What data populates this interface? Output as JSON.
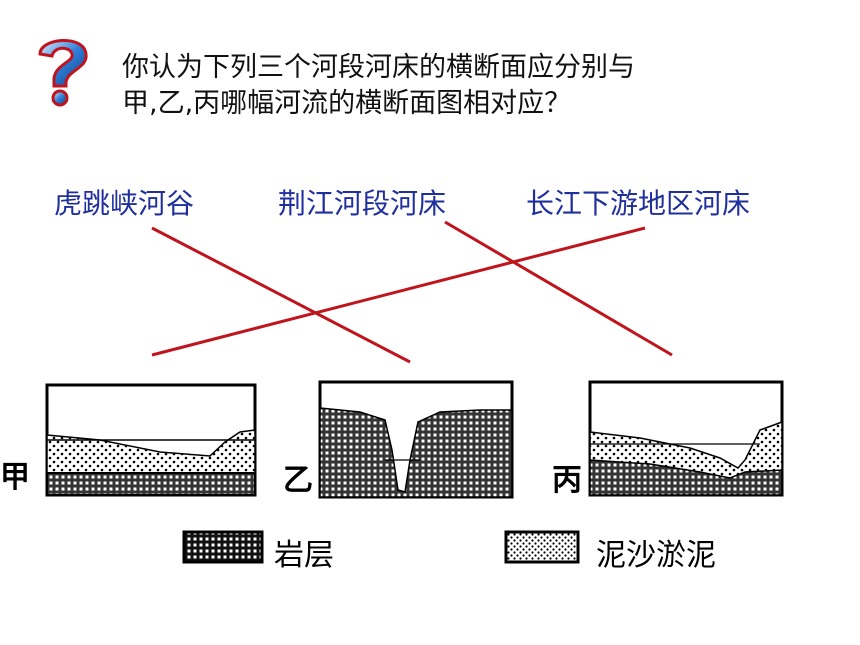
{
  "question": {
    "icon": "question-mark-icon",
    "line1": "你认为下列三个河段河床的横断面应分别与",
    "line2": "甲,乙,丙哪幅河流的横断面图相对应？"
  },
  "river_segments": [
    "虎跳峡河谷",
    "荆江河段河床",
    "长江下游地区河床"
  ],
  "sections": [
    {
      "label": "甲"
    },
    {
      "label": "乙"
    },
    {
      "label": "丙"
    }
  ],
  "legend": {
    "rock_label": "岩层",
    "silt_label": "泥沙淤泥"
  },
  "colors": {
    "label_blue": "#1f2f9c",
    "line_red": "#c0141c"
  }
}
